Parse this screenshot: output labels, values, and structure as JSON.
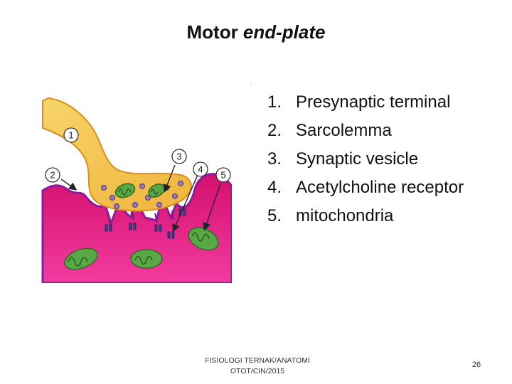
{
  "slide": {
    "title_main": "Motor ",
    "title_italic": "end-plate",
    "footer_line1": "FISIOLOGI TERNAK/ANATOMI",
    "footer_line2": "OTOT/CIN/2015",
    "page_number": "26"
  },
  "legend": [
    {
      "num": "1.",
      "label": "Presynaptic terminal"
    },
    {
      "num": "2.",
      "label": "Sarcolemma"
    },
    {
      "num": "3.",
      "label": "Synaptic vesicle"
    },
    {
      "num": "4.",
      "label": "Acetylcholine receptor"
    },
    {
      "num": "5.",
      "label": "mitochondria"
    }
  ],
  "diagram": {
    "callouts": [
      "1",
      "2",
      "3",
      "4",
      "5"
    ],
    "colors": {
      "terminal": "#f2c94c",
      "muscle": "#e8137a",
      "mitochondria": "#5aa845",
      "vesicle": "#9a7ab8",
      "receptor": "#3a3f8f"
    }
  }
}
